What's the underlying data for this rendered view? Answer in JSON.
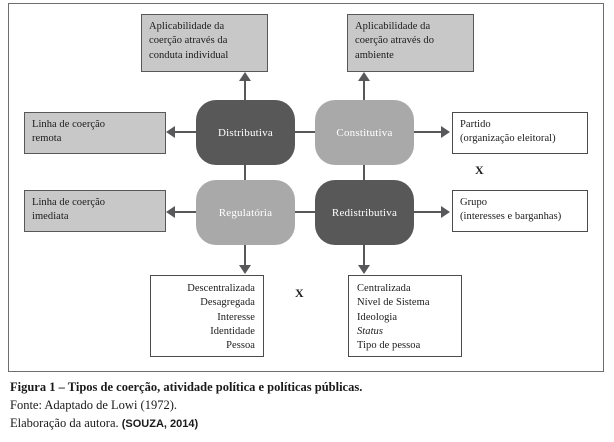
{
  "figure": {
    "frame_border_color": "#6e6e6e",
    "palette": {
      "node_dark": "#585858",
      "node_light": "#a9a9a9",
      "box_gray_fill": "#c8c8c8",
      "box_white_fill": "#ffffff",
      "connector": "#58585a"
    }
  },
  "top_boxes": [
    {
      "id": "conduta-individual",
      "lines": [
        "Aplicabilidade da",
        "coerção através da",
        "conduta individual"
      ]
    },
    {
      "id": "ambiente",
      "lines": [
        "Aplicabilidade da",
        "coerção através do",
        "ambiente"
      ]
    }
  ],
  "left_boxes": [
    {
      "id": "coercao-remota",
      "lines": [
        "Linha de coerção",
        "remota"
      ]
    },
    {
      "id": "coercao-imediata",
      "lines": [
        "Linha de coerção",
        "imediata"
      ]
    }
  ],
  "right_boxes": [
    {
      "id": "partido",
      "lines": [
        "Partido",
        "(organização eleitoral)"
      ]
    },
    {
      "id": "grupo",
      "lines": [
        "Grupo",
        "(interesses e barganhas)"
      ]
    }
  ],
  "nodes": [
    {
      "id": "distributiva",
      "label": "Distributiva",
      "shade": "dark"
    },
    {
      "id": "constitutiva",
      "label": "Constitutiva",
      "shade": "light"
    },
    {
      "id": "regulatoria",
      "label": "Regulatória",
      "shade": "light"
    },
    {
      "id": "redistributiva",
      "label": "Redistributiva",
      "shade": "dark"
    }
  ],
  "bottom_boxes": {
    "left": {
      "id": "atributos-descentralizada",
      "lines": [
        "Descentralizada",
        "Desagregada",
        "Interesse",
        "Identidade",
        "Pessoa"
      ]
    },
    "right": {
      "id": "atributos-centralizada",
      "lines": [
        "Centralizada",
        "Nível de Sistema",
        "Ideologia",
        "Status",
        "Tipo de pessoa"
      ],
      "italic_line_index": 3
    }
  },
  "multipliers": {
    "right": "X",
    "bottom": "X"
  },
  "caption": {
    "title": "Figura 1 – Tipos de coerção, atividade política e políticas públicas.",
    "source": "Fonte: Adaptado de Lowi (1972).",
    "author_prefix": "Elaboração da autora. ",
    "author_citation": "(SOUZA, 2014)"
  }
}
